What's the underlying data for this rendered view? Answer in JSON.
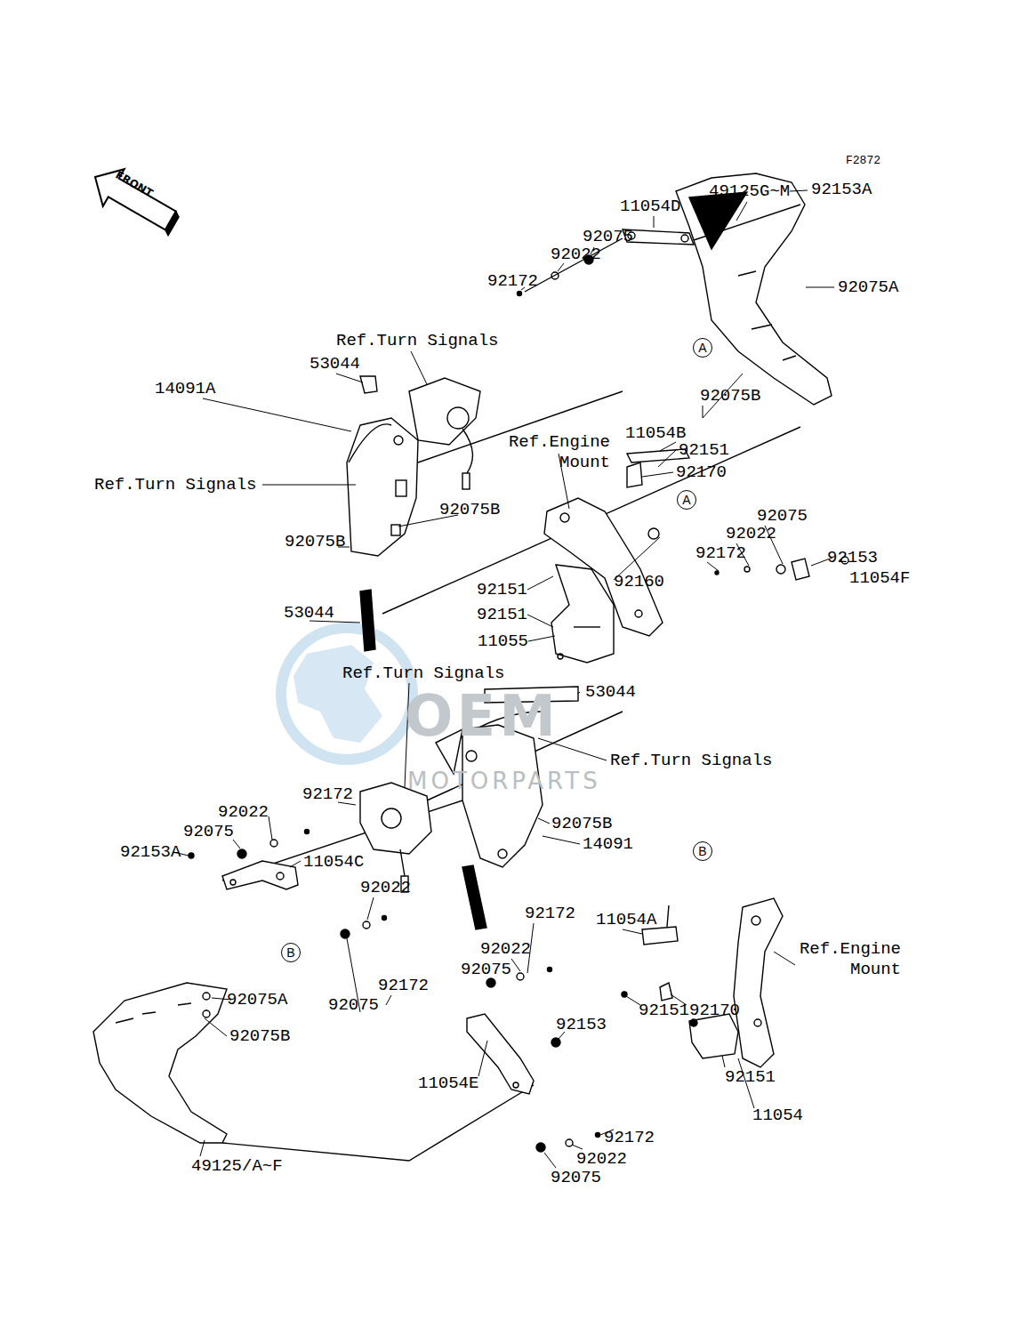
{
  "diagram": {
    "nodes": [
      {
        "text": [
          "A"
        ]
      },
      {
        "text": [
          "A"
        ]
      },
      {
        "text": [
          "B"
        ]
      },
      {
        "text": [
          "B"
        ]
      }
    ],
    "labels": [
      "F2872",
      "FRONT",
      "49125G~M",
      "92153A",
      "11054D",
      "92075",
      "92075A",
      "92022",
      "92172",
      "Ref.Turn Signals",
      "53044",
      "14091A",
      "92075B",
      "11054B",
      "Ref.Engine Mount",
      "92151",
      "Ref.Turn Signals",
      "92170",
      "92075B",
      "92075",
      "92022",
      "92172",
      "92153",
      "92075B",
      "11054F",
      "92160",
      "92151",
      "53044",
      "92151",
      "11055",
      "Ref.Turn Signals",
      "53044",
      "Ref.Turn Signals",
      "92172",
      "92022",
      "92075B",
      "92075",
      "14091",
      "92153A",
      "11054C",
      "92022",
      "92172",
      "11054A",
      "Ref.Engine Mount",
      "92022",
      "92172",
      "92075",
      "92075A",
      "92075",
      "92151",
      "92170",
      "92153",
      "92075B",
      "92151",
      "11054E",
      "11054",
      "92172",
      "92022",
      "92075",
      "49125/A~F",
      "OEM",
      "MOTORPARTS"
    ]
  }
}
